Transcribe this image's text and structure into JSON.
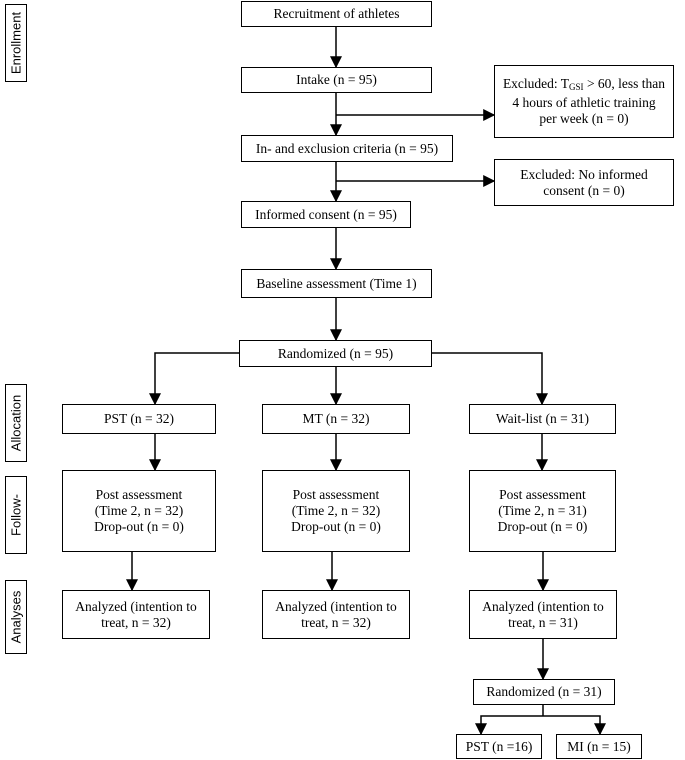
{
  "phases": {
    "enrollment": "Enrollment",
    "allocation": "Allocation",
    "follow_up": "Follow-",
    "analyses": "Analyses"
  },
  "enrollment": {
    "recruitment": "Recruitment of athletes",
    "intake": "Intake (n = 95)",
    "criteria": "In- and exclusion criteria (n = 95)",
    "informed_consent": "Informed consent (n = 95)",
    "baseline": "Baseline assessment (Time 1)",
    "randomized": "Randomized (n = 95)"
  },
  "exclusions": {
    "first": {
      "line1_prefix": "Excluded: T",
      "line1_sub": "GSI",
      "line1_suffix": " > 60, less than",
      "line2": "4 hours of athletic training",
      "line3": "per week (n = 0)"
    },
    "second": {
      "line1": "Excluded: No informed",
      "line2": "consent (n = 0)"
    }
  },
  "arms": [
    {
      "allocation": "PST (n = 32)",
      "post_line1": "Post assessment",
      "post_line2": "(Time 2, n = 32)",
      "post_line3": "Drop-out (n = 0)",
      "analyzed_line1": "Analyzed (intention to",
      "analyzed_line2": "treat, n = 32)"
    },
    {
      "allocation": "MT (n = 32)",
      "post_line1": "Post assessment",
      "post_line2": "(Time 2, n = 32)",
      "post_line3": "Drop-out (n = 0)",
      "analyzed_line1": "Analyzed (intention to",
      "analyzed_line2": "treat, n = 32)"
    },
    {
      "allocation": "Wait-list (n = 31)",
      "post_line1": "Post assessment",
      "post_line2": "(Time 2, n = 31)",
      "post_line3": "Drop-out (n = 0)",
      "analyzed_line1": "Analyzed (intention to",
      "analyzed_line2": "treat, n = 31)"
    }
  ],
  "waitlist_followup": {
    "randomized": "Randomized (n = 31)",
    "pst": "PST (n =16)",
    "mi": "MI (n = 15)"
  }
}
